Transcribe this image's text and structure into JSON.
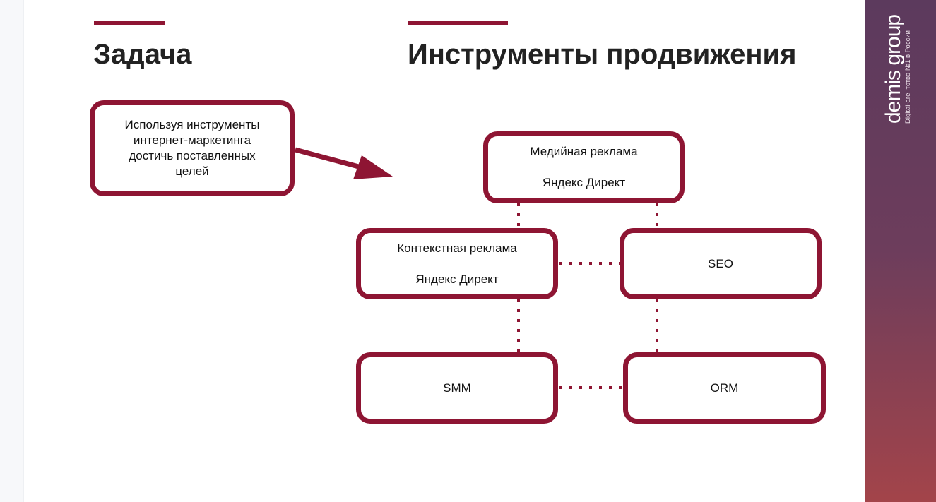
{
  "left": {
    "title": "Задача",
    "task_text": "Используя инструменты интернет-маркетинга достичь поставленных целей"
  },
  "right": {
    "title": "Инструменты продвижения",
    "boxes": {
      "media": {
        "line1": "Медийная реклама",
        "line2": "Яндекс Директ"
      },
      "context": {
        "line1": "Контекстная реклама",
        "line2": "Яндекс Директ"
      },
      "seo": {
        "line1": "SEO"
      },
      "smm": {
        "line1": "SMM"
      },
      "orm": {
        "line1": "ORM"
      }
    }
  },
  "brand": {
    "name": "demis group",
    "tagline": "Digital-агентство №1 в России"
  },
  "colors": {
    "accent": "#8e1533"
  }
}
